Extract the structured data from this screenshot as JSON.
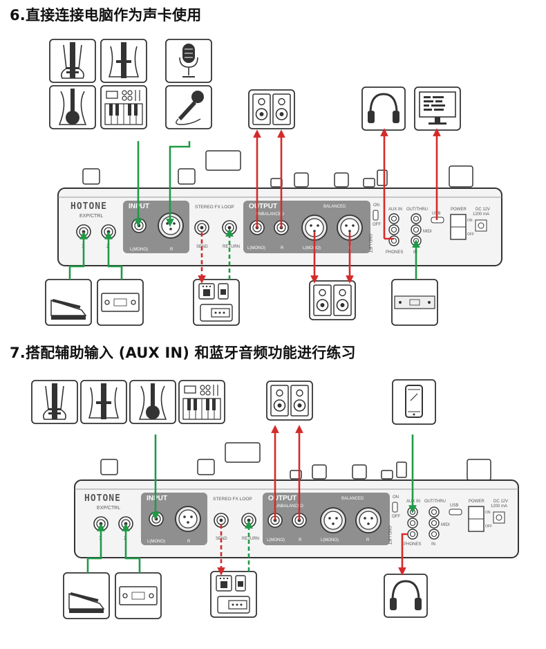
{
  "titles": {
    "section6": "6.直接连接电脑作为声卡使用",
    "section7": "7.搭配辅助输入 (AUX IN) 和蓝牙音频功能进行练习"
  },
  "device": {
    "brand": "HOTONE",
    "exp_ctrl": "EXP/CTRL",
    "jack_1": "1",
    "jack_2": "2",
    "input": "INPUT",
    "input_l": "L(MONO)",
    "input_r": "R",
    "fx_loop": "STEREO FX LOOP",
    "send": "SEND",
    "return": "RETURN",
    "output": "OUTPUT",
    "unbalanced": "UNBALANCED",
    "balanced": "BALANCED",
    "out_l": "L(MONO)",
    "out_r": "R",
    "bal_l": "L(MONO)",
    "bal_r": "R",
    "gnd_on": "ON",
    "gnd_off": "OFF",
    "gnd_lift": "GND LIFT",
    "aux_in": "AUX IN",
    "phones": "PHONES",
    "out_thru": "OUT/THRU",
    "midi": "MIDI",
    "midi_in": "IN",
    "usb": "USB",
    "power": "POWER",
    "power_on": "ON",
    "power_off": "OFF",
    "dc": "DC 12V",
    "ma": "1200 mA"
  },
  "colors": {
    "input_line": "#1f9a46",
    "output_line": "#d42a2a",
    "panel": "#8f8f8f",
    "outline": "#3a3a3a"
  }
}
